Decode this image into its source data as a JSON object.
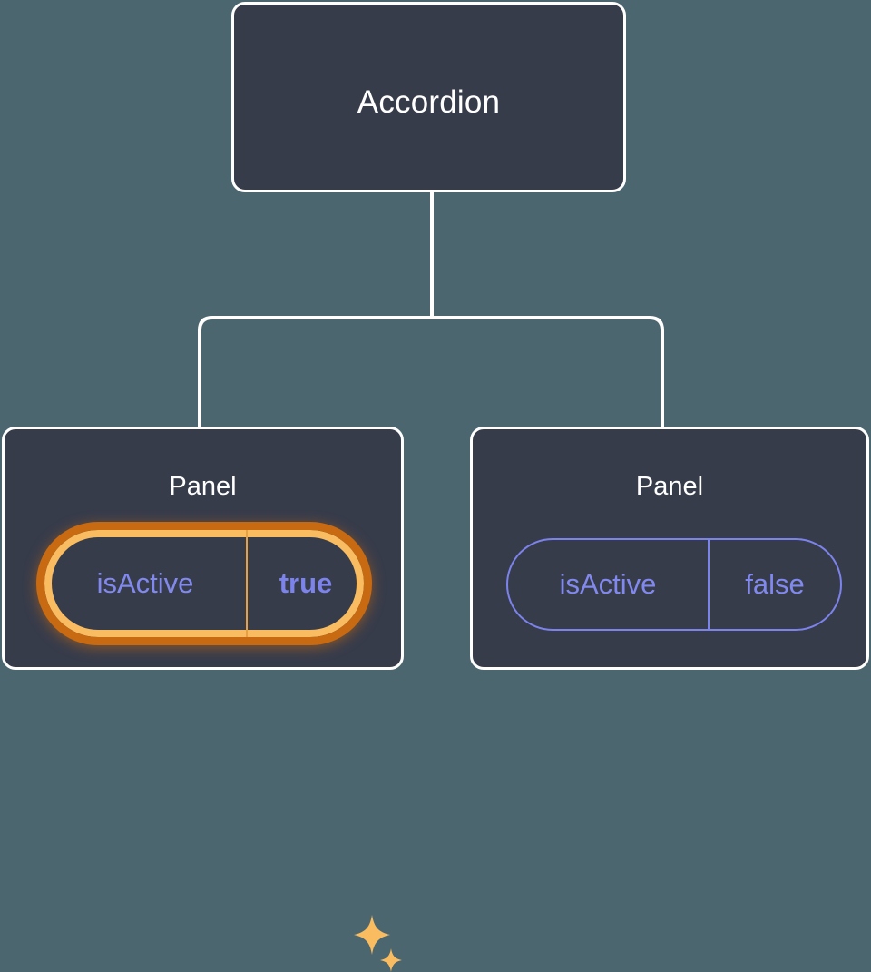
{
  "diagram": {
    "type": "component-tree",
    "background_color": "#4C666F",
    "node_fill_color": "#373C4B",
    "node_border_color": "#FFFFFF",
    "connector_color": "#FFFFFF",
    "highlight_color": "#C86A12",
    "highlight_inner_color": "#F9BC60",
    "prop_color": "#7C83EB",
    "root": {
      "title": "Accordion"
    },
    "children": [
      {
        "title": "Panel",
        "highlighted": true,
        "prop": {
          "key": "isActive",
          "value": "true"
        },
        "sparkles": [
          {
            "name": "sparkle-large-icon"
          },
          {
            "name": "sparkle-small-icon"
          }
        ]
      },
      {
        "title": "Panel",
        "highlighted": false,
        "prop": {
          "key": "isActive",
          "value": "false"
        }
      }
    ]
  }
}
